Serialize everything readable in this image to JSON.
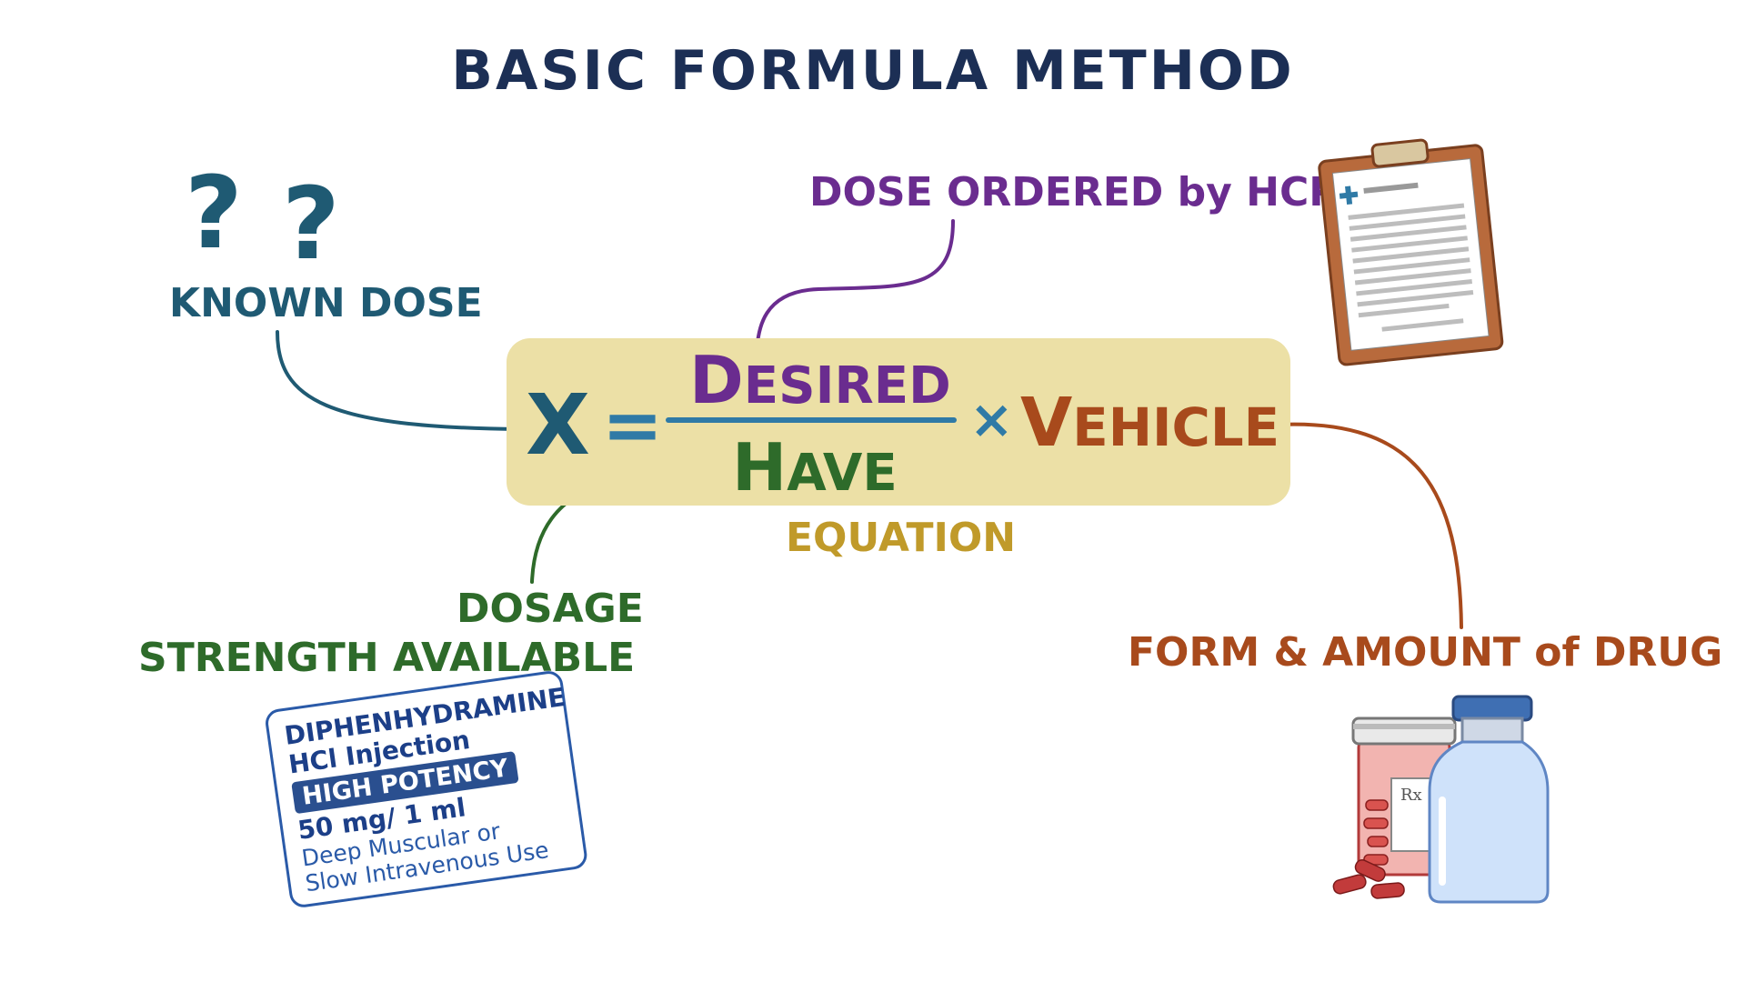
{
  "title": "BASIC FORMULA METHOD",
  "unknown_label": "KNOWN DOSE",
  "dose_ordered_label": "DOSE ORDERED by HCP",
  "equation": {
    "x": "X",
    "equals": "=",
    "numerator_initial": "D",
    "numerator_rest": "ESIRED",
    "denominator_initial": "H",
    "denominator_rest": "AVE",
    "times": "×",
    "vehicle_initial": "V",
    "vehicle_rest": "EHICLE"
  },
  "equation_label": "EQUATION",
  "dosage_label_line1": "DOSAGE",
  "dosage_label_line2": "STRENGTH AVAILABLE",
  "form_label": "FORM & AMOUNT of DRUG",
  "drug_label": {
    "line1": "DIPHENHYDRAMINE",
    "line2": "HCl Injection",
    "line3": "HIGH POTENCY",
    "line4": "50 mg/ 1 ml",
    "line5": "Deep Muscular or",
    "line6": "Slow Intravenous Use"
  },
  "bottle_rx_mark": "Rx",
  "colors": {
    "title": "#1c2f55",
    "unknown": "#1f5a73",
    "desired": "#6a2c8f",
    "have": "#2e6b2a",
    "vehicle": "#a84a1c",
    "equation_box": "#ece0a6",
    "equation_label": "#c09a2a",
    "operator": "#2f7aa6"
  }
}
